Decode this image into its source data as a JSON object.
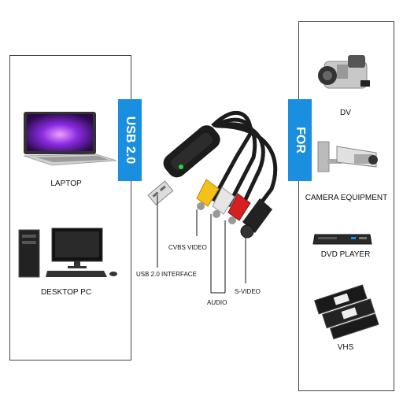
{
  "left": {
    "tab_label": "USB 2.0",
    "devices": [
      {
        "label": "LAPTOP",
        "icon": "laptop-icon"
      },
      {
        "label": "DESKTOP PC",
        "icon": "desktop-pc-icon"
      }
    ]
  },
  "right": {
    "tab_label": "FOR",
    "devices": [
      {
        "label": "DV",
        "icon": "camcorder-icon"
      },
      {
        "label": "CAMERA EQUIPMENT",
        "icon": "security-camera-icon"
      },
      {
        "label": "DVD PLAYER",
        "icon": "dvd-player-icon"
      },
      {
        "label": "VHS",
        "icon": "vhs-tapes-icon"
      }
    ]
  },
  "cable": {
    "labels": {
      "usb": "USB 2.0 INTERFACE",
      "cvbs": "CVBS VIDEO",
      "audio": "AUDIO",
      "svideo": "S-VIDEO"
    },
    "colors": {
      "body": "#1c1c1c",
      "yellow": "#f2c21b",
      "white": "#e6e6e6",
      "red": "#d62020",
      "black": "#222222",
      "led": "#2bd14a"
    }
  },
  "accent": "#1a8fe0"
}
